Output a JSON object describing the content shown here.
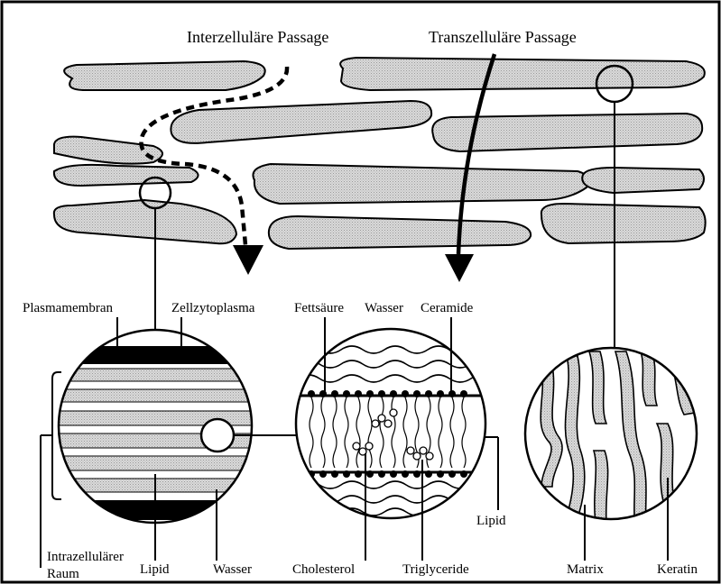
{
  "titles": {
    "intercellular": "Interzelluläre Passage",
    "transcellular": "Transzelluläre Passage"
  },
  "left_circle": {
    "plasmamembran": "Plasmamembran",
    "zellzytoplasma": "Zellzytoplasma",
    "intra_line1": "Intrazellulärer",
    "intra_line2": "Raum",
    "lipid": "Lipid",
    "wasser": "Wasser"
  },
  "middle_circle": {
    "fettsaeure": "Fettsäure",
    "wasser": "Wasser",
    "ceramide": "Ceramide",
    "lipid": "Lipid",
    "cholesterol": "Cholesterol",
    "triglyceride": "Triglyceride"
  },
  "right_circle": {
    "matrix": "Matrix",
    "keratin": "Keratin"
  },
  "colors": {
    "cell_fill": "#d2d2d2",
    "stroke": "#000000",
    "background": "#ffffff"
  }
}
